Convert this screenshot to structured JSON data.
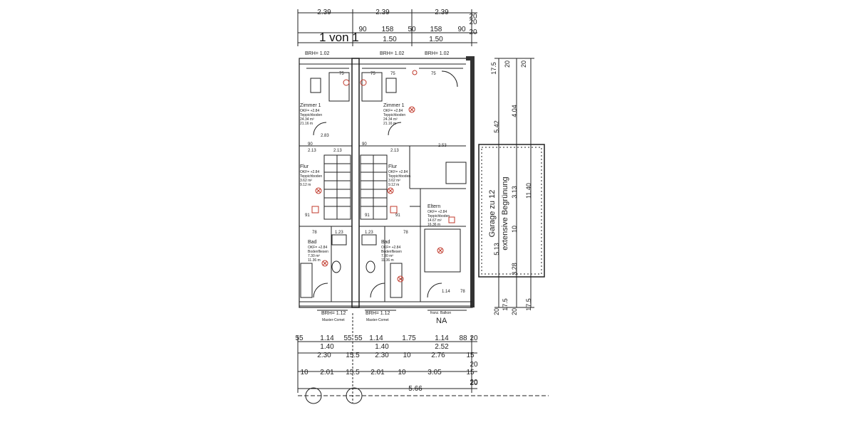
{
  "viewer": {
    "page_counter": "1 von 1"
  },
  "plan": {
    "top_dims": [
      "90",
      "158",
      "50",
      "158",
      "90",
      "20"
    ],
    "top_dims2": [
      "1.50",
      "1.50",
      "20"
    ],
    "top_dims3": [
      "2.39",
      "2.39",
      "2.39",
      "20"
    ],
    "brh_labels": [
      "BRH= 1.02",
      "BRH= 1.02",
      "BRH= 1.02"
    ],
    "rooms": [
      {
        "name": "Zimmer 1",
        "lines": [
          "OKF= +2.84",
          "Teppichboden",
          "24.34 m²",
          "21.16 m"
        ]
      },
      {
        "name": "Zimmer 1",
        "lines": [
          "OKF= +2.84",
          "Teppichboden",
          "24.34 m²",
          "21.16 m"
        ]
      },
      {
        "name": "Flur",
        "lines": [
          "OKF= +2.84",
          "Teppichboden",
          "3.62 m²",
          "9.12 m"
        ]
      },
      {
        "name": "Flur",
        "lines": [
          "OKF= +2.84",
          "Teppichboden",
          "3.62 m²",
          "9.12 m"
        ]
      },
      {
        "name": "Eltern",
        "lines": [
          "OKF= +2.84",
          "Teppichboden",
          "14.67 m²",
          "16.36 m"
        ]
      },
      {
        "name": "Bad",
        "lines": [
          "OKF= +2.84",
          "Bodenfliesen",
          "7.30 m²",
          "11.36 m"
        ]
      },
      {
        "name": "Bad",
        "lines": [
          "OKF= +2.84",
          "Bodenfliesen",
          "7.30 m²",
          "11.36 m"
        ]
      }
    ],
    "inner_dims": [
      "75",
      "75",
      "75",
      "75",
      "2.83",
      "90",
      "2.13",
      "2.13",
      "90",
      "2.13",
      "2.53",
      "91",
      "91",
      "91",
      "78",
      "1.23",
      "1.23",
      "78",
      "1.14",
      "78"
    ],
    "bottom_brh": [
      "BRH= 1.12",
      "BRH= 1.12"
    ],
    "bottom_notes": [
      "Master-Comet",
      "Master-Comet",
      "franz. Balkon"
    ],
    "na_label": "NA",
    "garage_label": "Garage zu 12",
    "garage_sub": "extensive Begrünung",
    "right_dims": [
      "17.5",
      "20",
      "20",
      "5.42",
      "4.04",
      "11.40",
      "3.13",
      "10",
      "5.13",
      "3.28",
      "20",
      "17.5",
      "20",
      "17.5"
    ],
    "bottom_row1": [
      "55",
      "1.14",
      "55",
      "55",
      "1.14",
      "1.75",
      "1.14",
      "88",
      "20"
    ],
    "bottom_row2": [
      "1.40",
      "1.40",
      "2.52"
    ],
    "bottom_row3": [
      "2.30",
      "15.5",
      "2.30",
      "10",
      "2.76",
      "15",
      "20"
    ],
    "bottom_row4": [
      "10",
      "2.01",
      "15.5",
      "2.01",
      "10",
      "3.05",
      "15",
      "20"
    ],
    "bottom_total": "5.66",
    "bottom_end": "20"
  }
}
